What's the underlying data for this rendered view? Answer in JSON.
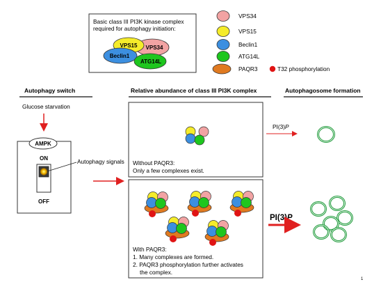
{
  "info_box": {
    "title_line1": "Basic class III PI3K kinase complex",
    "title_line2": "required for autophagy initiation:",
    "ex_vps15": "VPS15",
    "ex_vps34": "VPS34",
    "ex_beclin1": "Beclin1",
    "ex_atg14l": "ATG14L"
  },
  "legend": [
    {
      "label": "VPS34",
      "color": "#f2a3a3"
    },
    {
      "label": "VPS15",
      "color": "#f5ec2a"
    },
    {
      "label": "Beclin1",
      "color": "#3c8fe0"
    },
    {
      "label": "ATG14L",
      "color": "#1ec61e"
    },
    {
      "label": "PAQR3",
      "color": "#e07a20"
    }
  ],
  "legend_phospho": {
    "label": "T32 phosphorylation",
    "color": "#e01414"
  },
  "sections": {
    "switch": "Autophagy switch",
    "abundance": "Relative abundance of class III PI3K complex",
    "formation": "Autophagosome formation"
  },
  "switch_panel": {
    "trigger": "Glucose starvation",
    "ampk": "AMPK",
    "on": "ON",
    "off": "OFF",
    "signals": "Autophagy signals"
  },
  "without_paqr3": {
    "line1": "Without PAQR3:",
    "line2": "Only a few complexes exist.",
    "pi3p_prefix": "PI(3)",
    "pi3p_suffix": "P"
  },
  "with_paqr3": {
    "line1": "With PAQR3:",
    "line2": "1. Many complexes are formed.",
    "line3": "2. PAQR3 phosphorylation further activates",
    "line4": "the complex.",
    "pi3p_prefix": "PI(3)",
    "pi3p_suffix": "P"
  },
  "corner_mark": "1"
}
